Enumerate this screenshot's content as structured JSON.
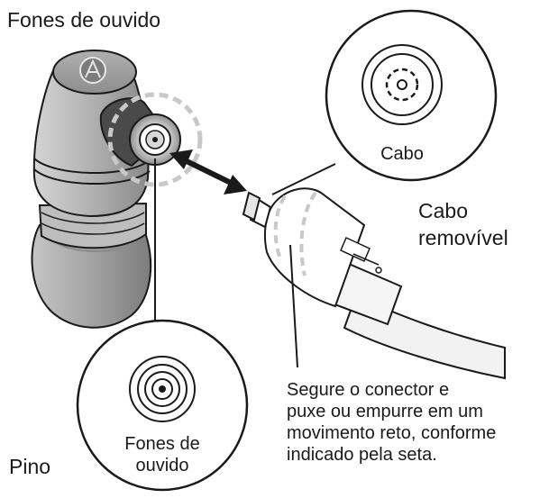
{
  "labels": {
    "earphones_title": "Fones de ouvido",
    "cable_zoom_label": "Cabo",
    "detachable_cable_line1": "Cabo",
    "detachable_cable_line2": "removível",
    "pin_label": "Pino",
    "earphone_zoom_line1": "Fones de",
    "earphone_zoom_line2": "ouvido",
    "instruction_line1": "Segure o conector e",
    "instruction_line2": "puxe ou empurre em um",
    "instruction_line3": "movimento reto, conforme",
    "instruction_line4": "indicado pela seta."
  },
  "colors": {
    "ink": "#1a1a1a",
    "body_light": "#c9c9c9",
    "body_mid": "#9e9e9e",
    "body_dark": "#6e6e6e",
    "dashed": "#c8c8c8",
    "background": "#ffffff"
  }
}
